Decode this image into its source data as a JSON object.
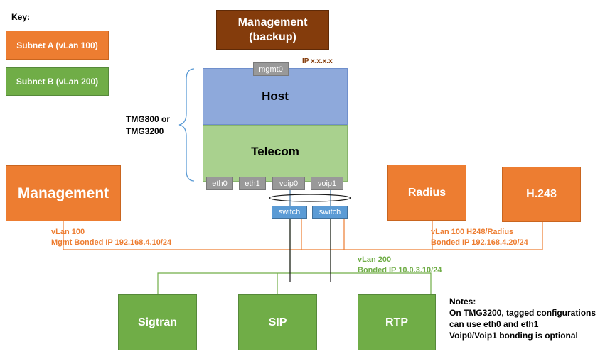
{
  "key": {
    "title": "Key:",
    "subnet_a": "Subnet A (vLan 100)",
    "subnet_b": "Subnet B (vLan 200)"
  },
  "mgmt_backup": {
    "line1": "Management",
    "line2": "(backup)"
  },
  "mgmt0": {
    "label": "mgmt0",
    "ip": "IP x.x.x.x"
  },
  "device": {
    "name_line1": "TMG800 or",
    "name_line2": "TMG3200",
    "host": "Host",
    "telecom": "Telecom",
    "ports": [
      "eth0",
      "eth1",
      "voip0",
      "voip1"
    ]
  },
  "switches": [
    "switch",
    "switch"
  ],
  "management": {
    "title": "Management",
    "vlan": "vLan 100",
    "ip": "Mgmt Bonded IP 192.168.4.10/24"
  },
  "radius": {
    "title": "Radius"
  },
  "h248": {
    "title": "H.248",
    "vlan": "vLan 100  H248/Radius",
    "ip": "Bonded IP 192.168.4.20/24"
  },
  "vlan200": {
    "vlan": "vLan 200",
    "ip": "Bonded IP 10.0.3.10/24"
  },
  "bottom": {
    "sigtran": "Sigtran",
    "sip": "SIP",
    "rtp": "RTP"
  },
  "notes": {
    "title": "Notes:",
    "line1": "On TMG3200,  tagged configurations",
    "line2": "can use eth0 and eth1",
    "line3": "Voip0/Voip1 bonding is optional"
  },
  "colors": {
    "subnet_a": "#ED7D31",
    "subnet_b": "#70AD47",
    "backup": "#843C0C",
    "host": "#8EA9DB",
    "telecom": "#A9D18E",
    "switch": "#5B9BD5"
  }
}
